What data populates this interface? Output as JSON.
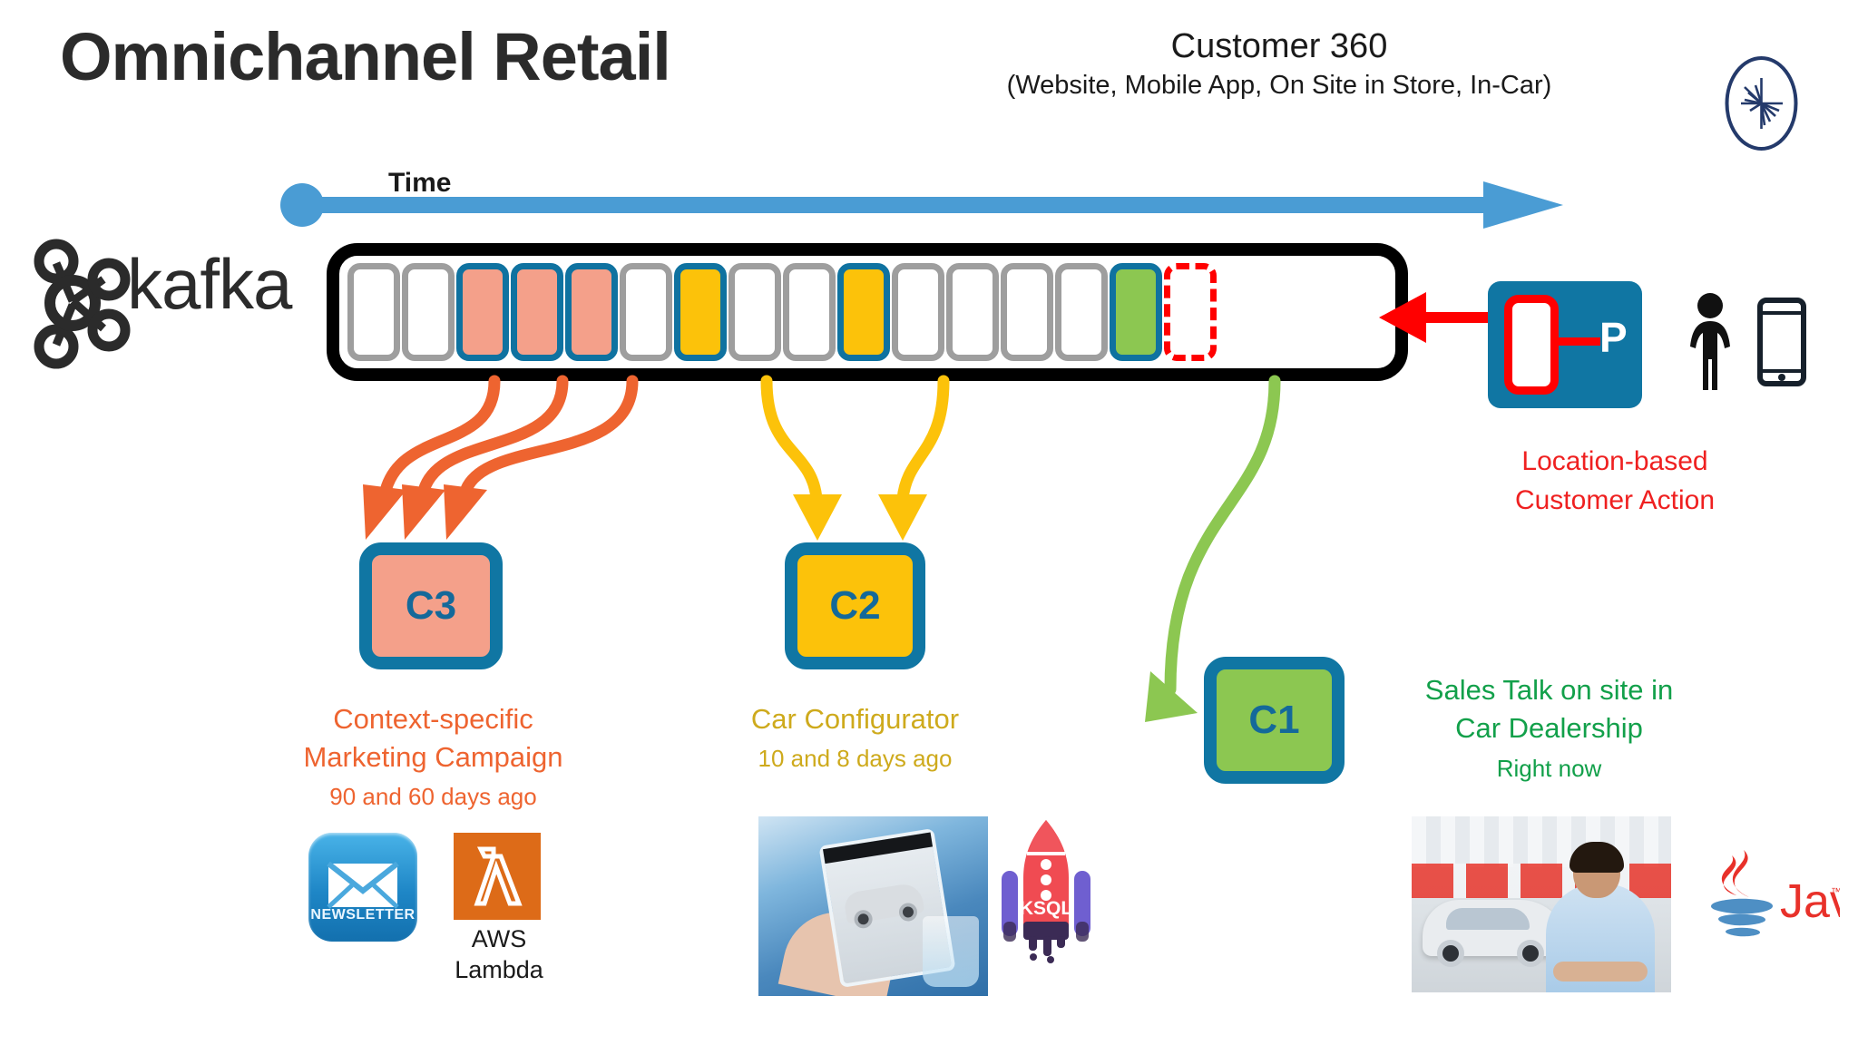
{
  "page": {
    "title": "Omnichannel Retail",
    "header_line1": "Customer 360",
    "header_line2": "(Website, Mobile App, On Site in Store, In-Car)",
    "brand_logo": "confluent-logo"
  },
  "timeline": {
    "label": "Time",
    "direction": "left-to-right"
  },
  "kafka": {
    "wordmark": "kafka",
    "log_cells": [
      {
        "index": 0,
        "fill": "white",
        "border": "gray",
        "type": "empty"
      },
      {
        "index": 1,
        "fill": "white",
        "border": "gray",
        "type": "empty"
      },
      {
        "index": 2,
        "fill": "salmon",
        "border": "blue",
        "type": "event",
        "consumer": "C3"
      },
      {
        "index": 3,
        "fill": "salmon",
        "border": "blue",
        "type": "event",
        "consumer": "C3"
      },
      {
        "index": 4,
        "fill": "salmon",
        "border": "blue",
        "type": "event",
        "consumer": "C3"
      },
      {
        "index": 5,
        "fill": "white",
        "border": "gray",
        "type": "empty"
      },
      {
        "index": 6,
        "fill": "yellow",
        "border": "blue",
        "type": "event",
        "consumer": "C2"
      },
      {
        "index": 7,
        "fill": "white",
        "border": "gray",
        "type": "empty"
      },
      {
        "index": 8,
        "fill": "white",
        "border": "gray",
        "type": "empty"
      },
      {
        "index": 9,
        "fill": "yellow",
        "border": "blue",
        "type": "event",
        "consumer": "C2"
      },
      {
        "index": 10,
        "fill": "white",
        "border": "gray",
        "type": "empty"
      },
      {
        "index": 11,
        "fill": "white",
        "border": "gray",
        "type": "empty"
      },
      {
        "index": 12,
        "fill": "white",
        "border": "gray",
        "type": "empty"
      },
      {
        "index": 13,
        "fill": "white",
        "border": "gray",
        "type": "empty"
      },
      {
        "index": 14,
        "fill": "green",
        "border": "blue",
        "type": "event",
        "consumer": "C1"
      },
      {
        "index": 15,
        "fill": "white",
        "border": "red-dashed",
        "type": "next-slot"
      }
    ]
  },
  "producer": {
    "label": "P",
    "caption_line1": "Location-based",
    "caption_line2": "Customer Action",
    "icons": [
      "person-icon",
      "smartphone-icon"
    ]
  },
  "consumers": [
    {
      "id": "c3",
      "label": "C3",
      "color": "#f4a08a",
      "caption_line1": "Context-specific",
      "caption_line2": "Marketing Campaign",
      "timing": "90 and 60 days ago",
      "tech": [
        {
          "name": "newsletter-icon",
          "label": "NEWSLETTER"
        },
        {
          "name": "aws-lambda-icon",
          "label_line1": "AWS",
          "label_line2": "Lambda"
        }
      ]
    },
    {
      "id": "c2",
      "label": "C2",
      "color": "#fcc20a",
      "caption_line1": "Car Configurator",
      "caption_line2": "",
      "timing": "10 and 8 days ago",
      "tech": [
        {
          "name": "car-configurator-photo"
        },
        {
          "name": "ksql-rocket-icon",
          "label": "KSQL"
        }
      ]
    },
    {
      "id": "c1",
      "label": "C1",
      "color": "#8cc751",
      "caption_line1": "Sales Talk on site in",
      "caption_line2": "Car Dealership",
      "timing": "Right now",
      "tech": [
        {
          "name": "car-dealership-photo"
        },
        {
          "name": "java-logo",
          "label": "Java"
        }
      ]
    }
  ],
  "colors": {
    "salmon": "#f4a08a",
    "orange_arrow": "#ee6430",
    "yellow": "#fcc20a",
    "yellow_text": "#ceaa1c",
    "green": "#8cc751",
    "green_text": "#12a04a",
    "kafka_blue": "#1076a3",
    "red": "#ef2020",
    "timeline_blue": "#4a9cd4",
    "gray_border": "#9e9e9e"
  }
}
